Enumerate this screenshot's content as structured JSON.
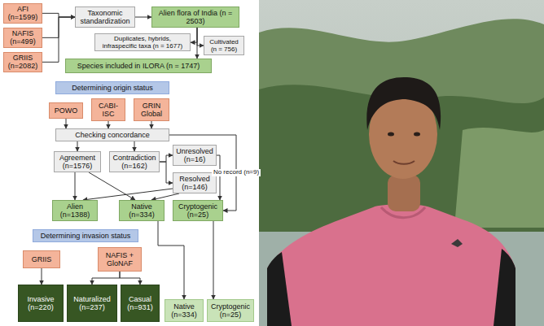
{
  "diagram": {
    "nodes": [
      {
        "text": [
          "AFI (n=1599)"
        ]
      },
      {
        "text": [
          "NAFIS (n=499)"
        ]
      },
      {
        "text": [
          "GRIIS (n=2082)"
        ]
      },
      {
        "text": [
          "Taxonomic standardization"
        ]
      },
      {
        "text": [
          "Alien flora of India (n = 2503)"
        ]
      },
      {
        "text": [
          "Duplicates, hybrids, infraspecific taxa (n = 1677)"
        ]
      },
      {
        "text": [
          "Cultivated (n = 756)"
        ]
      },
      {
        "text": [
          "Species included in ILORA (n = 1747)"
        ]
      },
      {
        "text": [
          "Determining origin status"
        ]
      },
      {
        "text": [
          "POWO"
        ]
      },
      {
        "text": [
          "CABI-ISC"
        ]
      },
      {
        "text": [
          "GRIN Global"
        ]
      },
      {
        "text": [
          "Checking concordance"
        ]
      },
      {
        "text": [
          "Agreement (n=1576)"
        ]
      },
      {
        "text": [
          "Contradiction (n=162)"
        ]
      },
      {
        "text": [
          "Unresolved (n=16)"
        ]
      },
      {
        "text": [
          "Resolved (n=146)"
        ]
      },
      {
        "text": [
          "Alien (n=1388)"
        ]
      },
      {
        "text": [
          "Native (n=334)"
        ]
      },
      {
        "text": [
          "Cryptogenic (n=25)"
        ]
      },
      {
        "text": [
          "Determining invasion status"
        ]
      },
      {
        "text": [
          "GRIIS"
        ]
      },
      {
        "text": [
          "NAFIS + GloNAF"
        ]
      },
      {
        "text": [
          "Invasive (n=220)"
        ]
      },
      {
        "text": [
          "Naturalized (n=237)"
        ]
      },
      {
        "text": [
          "Casual (n=931)"
        ]
      },
      {
        "text": [
          "Native (n=334)"
        ]
      },
      {
        "text": [
          "Cryptogenic (n=25)"
        ]
      }
    ],
    "edges": [
      {
        "from": 0,
        "to": 3,
        "arrow": "to"
      },
      {
        "from": 1,
        "to": 3,
        "arrow": "to"
      },
      {
        "from": 2,
        "to": 3,
        "arrow": "to"
      },
      {
        "from": 3,
        "to": 4,
        "arrow": "to"
      },
      {
        "from": 4,
        "to": 5,
        "arrow": "to"
      },
      {
        "from": 4,
        "to": 6,
        "arrow": "to"
      },
      {
        "from": 4,
        "to": 7,
        "arrow": "to"
      },
      {
        "from": 9,
        "to": 12,
        "arrow": "to"
      },
      {
        "from": 10,
        "to": 12,
        "arrow": "to"
      },
      {
        "from": 11,
        "to": 12,
        "arrow": "to"
      },
      {
        "from": 12,
        "to": 13,
        "arrow": "to"
      },
      {
        "from": 12,
        "to": 14,
        "arrow": "to"
      },
      {
        "from": 12,
        "to": 19,
        "label": "No record (n=9)",
        "arrow": "to"
      },
      {
        "from": 14,
        "to": 15,
        "arrow": "to"
      },
      {
        "from": 14,
        "to": 16,
        "arrow": "to"
      },
      {
        "from": 13,
        "to": 17,
        "arrow": "to"
      },
      {
        "from": 13,
        "to": 18,
        "arrow": "to"
      },
      {
        "from": 16,
        "to": 17,
        "arrow": "to"
      },
      {
        "from": 16,
        "to": 18,
        "arrow": "to"
      },
      {
        "from": 15,
        "to": 19,
        "arrow": "to"
      },
      {
        "from": 21,
        "to": 23,
        "arrow": "to"
      },
      {
        "from": 22,
        "to": 24,
        "arrow": "to"
      },
      {
        "from": 22,
        "to": 25,
        "arrow": "to"
      },
      {
        "from": 18,
        "to": 26,
        "arrow": "to"
      },
      {
        "from": 19,
        "to": 27,
        "arrow": "to"
      }
    ]
  }
}
